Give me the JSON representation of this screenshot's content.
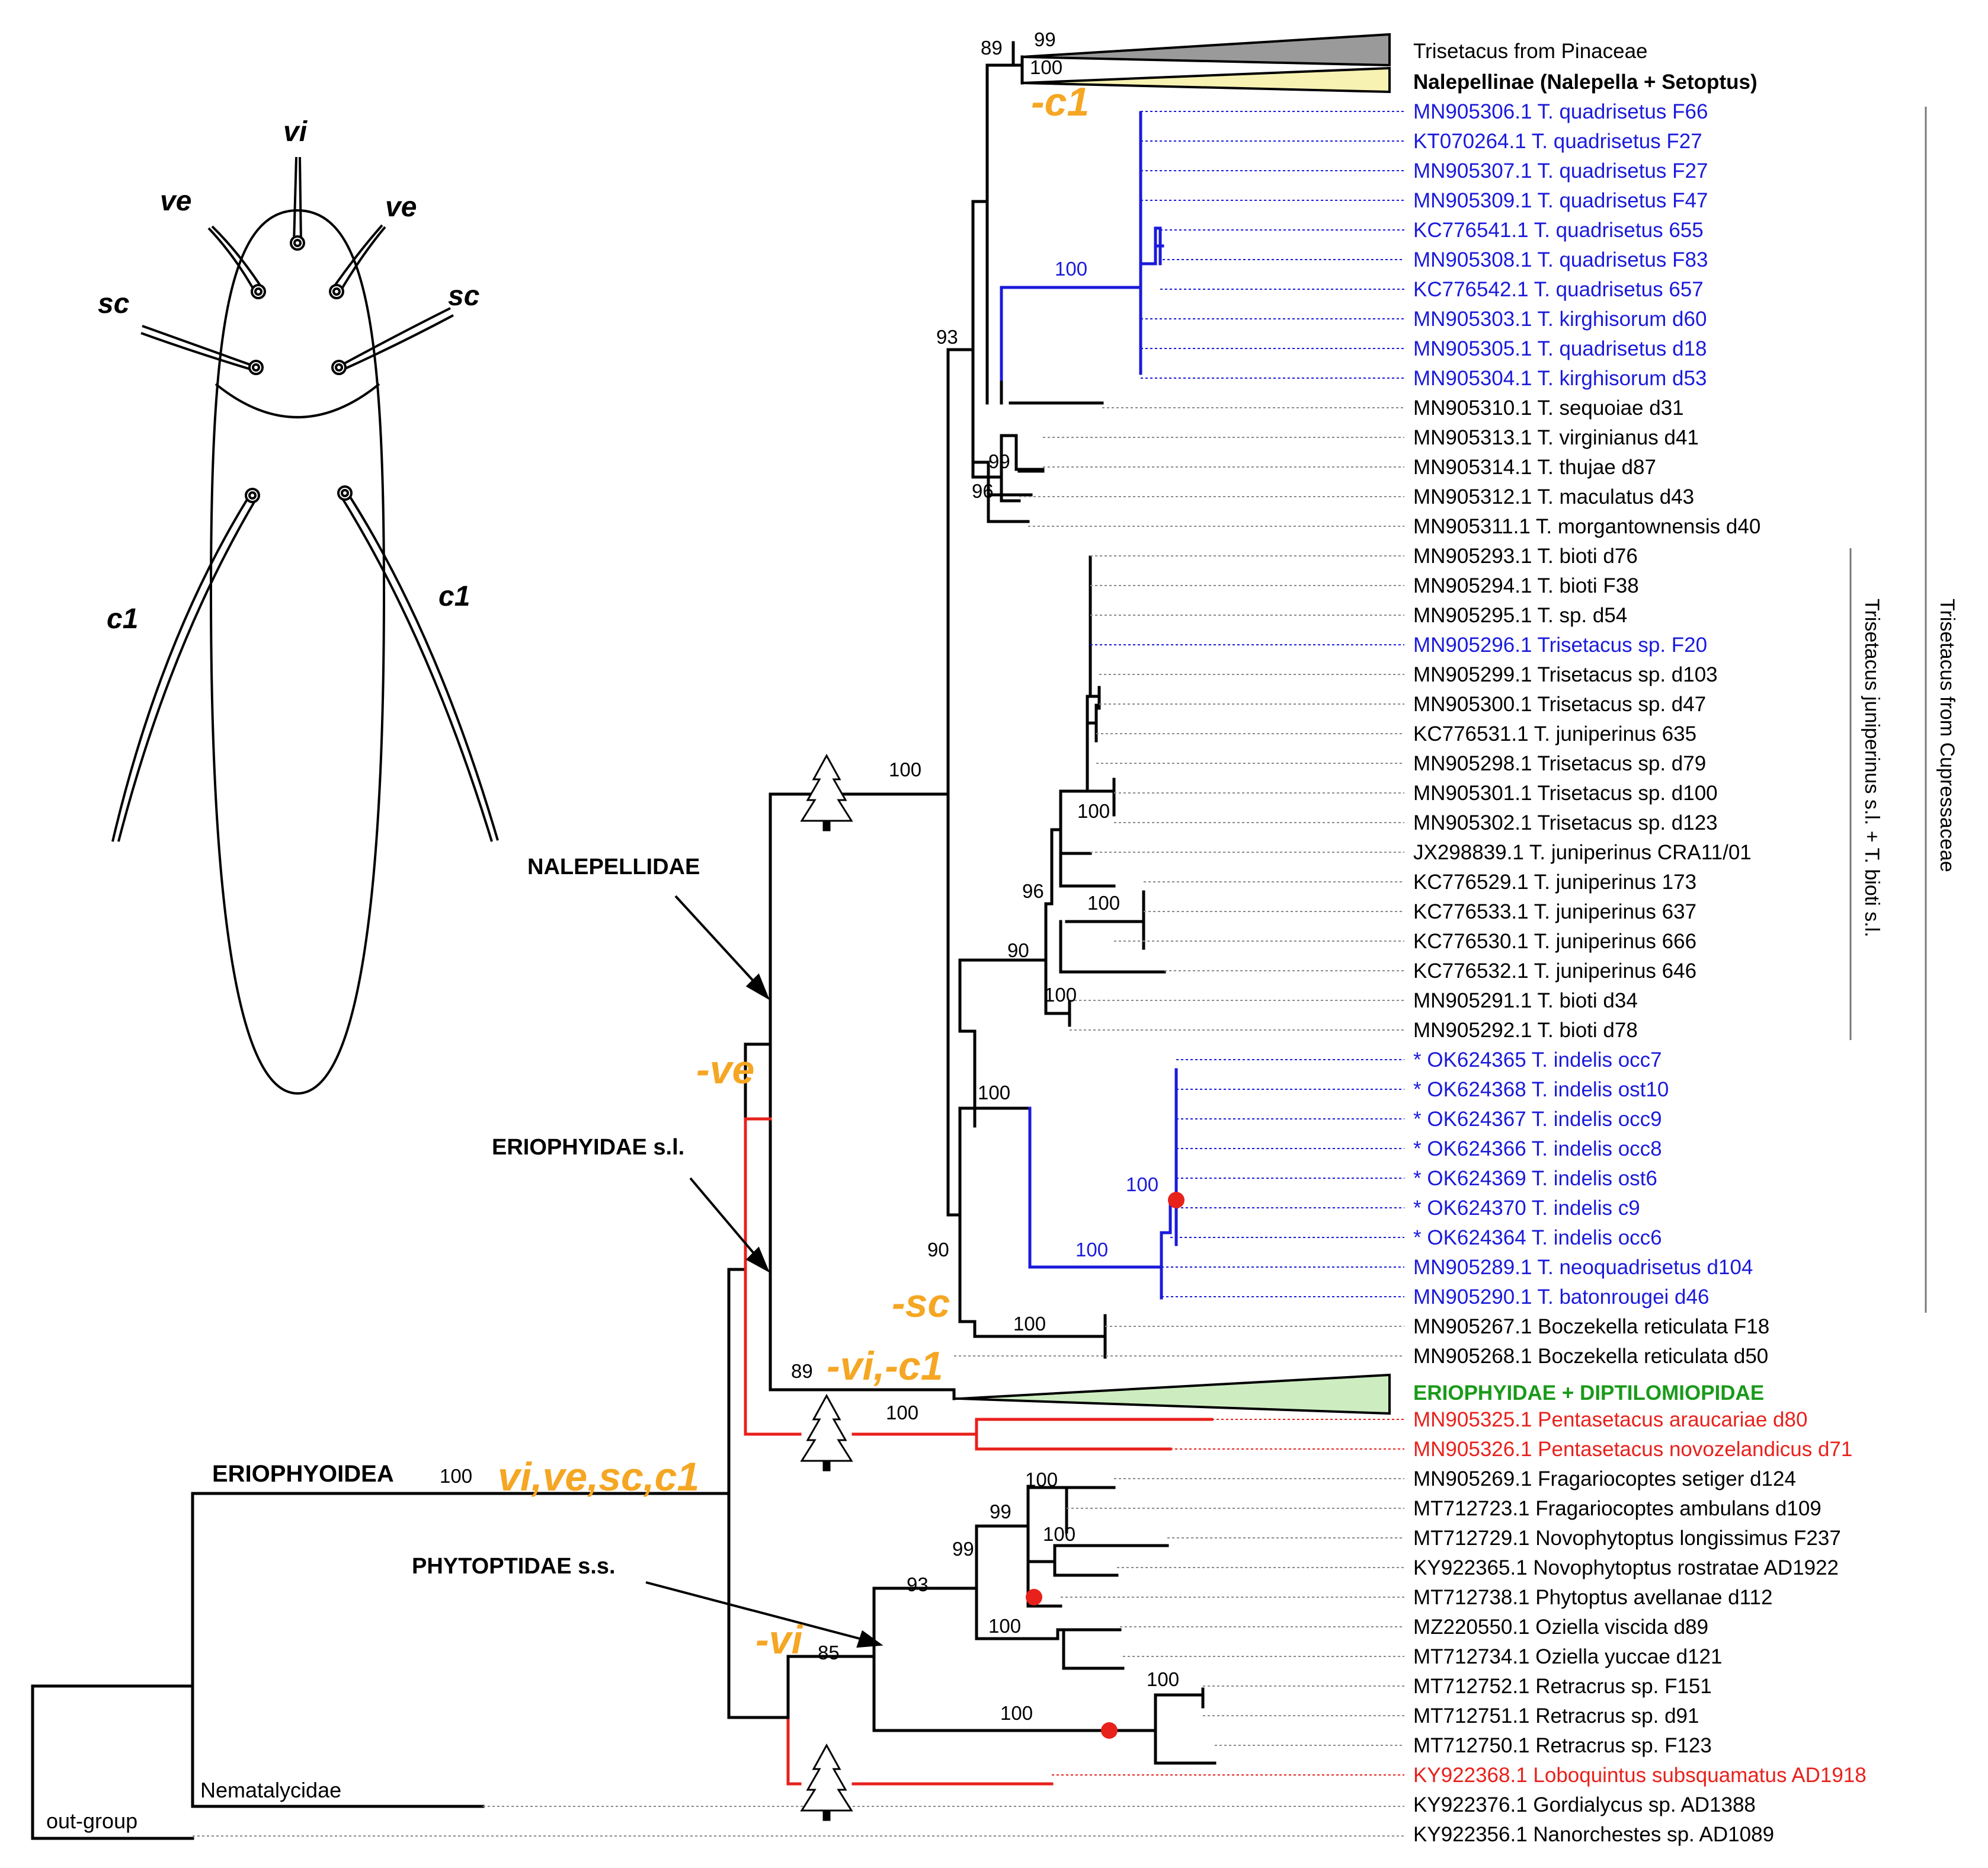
{
  "colors": {
    "black": "#000000",
    "blue": "#1a1adb",
    "red": "#e8211c",
    "orange": "#f5a623",
    "green": "#1a9a1a",
    "gray": "#9a9a9a"
  },
  "morph": {
    "vi": "vi",
    "ve": "ve",
    "sc": "sc",
    "c1": "c1"
  },
  "chars": {
    "c1": "-c1",
    "ve": "-ve",
    "sc": "-sc",
    "vic1": "-vi,-c1",
    "all": "vi,ve,sc,c1",
    "vi": "-vi"
  },
  "clades": {
    "nalepellidae": "NALEPELLIDAE",
    "eriophyidae": "ERIOPHYIDAE s.l.",
    "eriophyoidea": "ERIOPHYOIDEA",
    "phytoptidae": "PHYTOPTIDAE s.s.",
    "nematalycidae": "Nematalycidae",
    "outgroup": "out-group"
  },
  "support": {
    "b89top": "89",
    "b99top": "99",
    "b100nal": "100",
    "b100quad": "100",
    "b93": "93",
    "b99thu": "99",
    "b96thu": "96",
    "b100tree": "100",
    "b100bioti": "100",
    "b96": "96",
    "b100jun": "100",
    "b90": "90",
    "b100bioti2": "100",
    "b100ind": "100",
    "b100ind2": "100",
    "b100ind3": "100",
    "b90low": "90",
    "b100boc": "100",
    "b89erio": "89",
    "b100pent": "100",
    "b100root": "100",
    "b100fra": "100",
    "b99fra": "99",
    "b100nov": "100",
    "b99phy": "99",
    "b93phy": "93",
    "b100oz": "100",
    "b85": "85",
    "b100ret": "100",
    "b100ret2": "100"
  },
  "brackets": {
    "juniperinus": "Trisetacus juniperinus s.l. + T. bioti s.l.",
    "cupressaceae": "Trisetacus from Cupressaceae"
  },
  "taxa": [
    {
      "label": "Trisetacus from Pinaceae",
      "color": "black"
    },
    {
      "label": "Nalepellinae (Nalepella + Setoptus)",
      "color": "black",
      "bold": true
    },
    {
      "label": "MN905306.1 T. quadrisetus F66",
      "color": "blue"
    },
    {
      "label": "KT070264.1 T. quadrisetus F27",
      "color": "blue"
    },
    {
      "label": "MN905307.1 T. quadrisetus F27",
      "color": "blue"
    },
    {
      "label": "MN905309.1 T. quadrisetus F47",
      "color": "blue"
    },
    {
      "label": "KC776541.1  T. quadrisetus 655",
      "color": "blue"
    },
    {
      "label": "MN905308.1 T. quadrisetus F83",
      "color": "blue"
    },
    {
      "label": "KC776542.1  T. quadrisetus 657",
      "color": "blue"
    },
    {
      "label": "MN905303.1 T. kirghisorum d60",
      "color": "blue"
    },
    {
      "label": "MN905305.1 T. quadrisetus d18",
      "color": "blue"
    },
    {
      "label": "MN905304.1 T. kirghisorum d53",
      "color": "blue"
    },
    {
      "label": "MN905310.1 T. sequoiae d31",
      "color": "black"
    },
    {
      "label": "MN905313.1 T. virginianus d41",
      "color": "black"
    },
    {
      "label": "MN905314.1 T. thujae d87",
      "color": "black"
    },
    {
      "label": "MN905312.1 T. maculatus d43",
      "color": "black"
    },
    {
      "label": "MN905311.1 T. morgantownensis d40",
      "color": "black"
    },
    {
      "label": "MN905293.1 T. bioti d76",
      "color": "black"
    },
    {
      "label": "MN905294.1 T. bioti F38",
      "color": "black"
    },
    {
      "label": "MN905295.1 T. sp. d54",
      "color": "black"
    },
    {
      "label": "MN905296.1 Trisetacus sp. F20",
      "color": "blue"
    },
    {
      "label": "MN905299.1 Trisetacus sp. d103",
      "color": "black"
    },
    {
      "label": "MN905300.1 Trisetacus sp. d47",
      "color": "black"
    },
    {
      "label": "KC776531.1 T. juniperinus 635",
      "color": "black"
    },
    {
      "label": "MN905298.1 Trisetacus sp. d79",
      "color": "black"
    },
    {
      "label": "MN905301.1 Trisetacus sp. d100",
      "color": "black"
    },
    {
      "label": "MN905302.1 Trisetacus sp. d123",
      "color": "black"
    },
    {
      "label": "JX298839.1  T. juniperinus CRA11/01",
      "color": "black"
    },
    {
      "label": "KC776529.1 T. juniperinus 173",
      "color": "black"
    },
    {
      "label": "KC776533.1 T. juniperinus 637",
      "color": "black"
    },
    {
      "label": "KC776530.1 T. juniperinus 666",
      "color": "black"
    },
    {
      "label": "KC776532.1 T. juniperinus 646",
      "color": "black"
    },
    {
      "label": "MN905291.1 T. bioti d34",
      "color": "black"
    },
    {
      "label": "MN905292.1 T. bioti d78",
      "color": "black"
    },
    {
      "label": "* OK624365 T. indelis occ7",
      "color": "blue"
    },
    {
      "label": "* OK624368 T. indelis ost10",
      "color": "blue"
    },
    {
      "label": "* OK624367 T. indelis occ9",
      "color": "blue"
    },
    {
      "label": "* OK624366 T. indelis occ8",
      "color": "blue"
    },
    {
      "label": "* OK624369 T. indelis ost6",
      "color": "blue"
    },
    {
      "label": "* OK624370 T. indelis c9",
      "color": "blue"
    },
    {
      "label": "* OK624364 T. indelis occ6",
      "color": "blue"
    },
    {
      "label": "MN905289.1 T. neoquadrisetus d104",
      "color": "blue"
    },
    {
      "label": "MN905290.1 T. batonrougei d46",
      "color": "blue"
    },
    {
      "label": "MN905267.1 Boczekella reticulata F18",
      "color": "black"
    },
    {
      "label": "MN905268.1 Boczekella reticulata d50",
      "color": "black"
    },
    {
      "label": "ERIOPHYIDAE + DIPTILOMIOPIDAE",
      "color": "green",
      "bold": true
    },
    {
      "label": "MN905325.1 Pentasetacus araucariae d80",
      "color": "red"
    },
    {
      "label": "MN905326.1 Pentasetacus novozelandicus d71",
      "color": "red"
    },
    {
      "label": "MN905269.1 Fragariocoptes setiger d124",
      "color": "black"
    },
    {
      "label": "MT712723.1 Fragariocoptes ambulans d109",
      "color": "black"
    },
    {
      "label": "MT712729.1 Novophytoptus longissimus F237",
      "color": "black"
    },
    {
      "label": "KY922365.1 Novophytoptus rostratae AD1922",
      "color": "black"
    },
    {
      "label": "MT712738.1 Phytoptus avellanae d112",
      "color": "black"
    },
    {
      "label": "MZ220550.1 Oziella viscida d89",
      "color": "black"
    },
    {
      "label": "MT712734.1 Oziella yuccae d121",
      "color": "black"
    },
    {
      "label": "MT712752.1 Retracrus sp. F151",
      "color": "black"
    },
    {
      "label": "MT712751.1 Retracrus sp. d91",
      "color": "black"
    },
    {
      "label": "MT712750.1 Retracrus sp. F123",
      "color": "black"
    },
    {
      "label": "KY922368.1 Loboquintus subsquamatus AD1918",
      "color": "red"
    },
    {
      "label": "KY922376.1 Gordialycus sp. AD1388",
      "color": "black"
    },
    {
      "label": "KY922356.1 Nanorchestes sp. AD1089",
      "color": "black"
    }
  ]
}
